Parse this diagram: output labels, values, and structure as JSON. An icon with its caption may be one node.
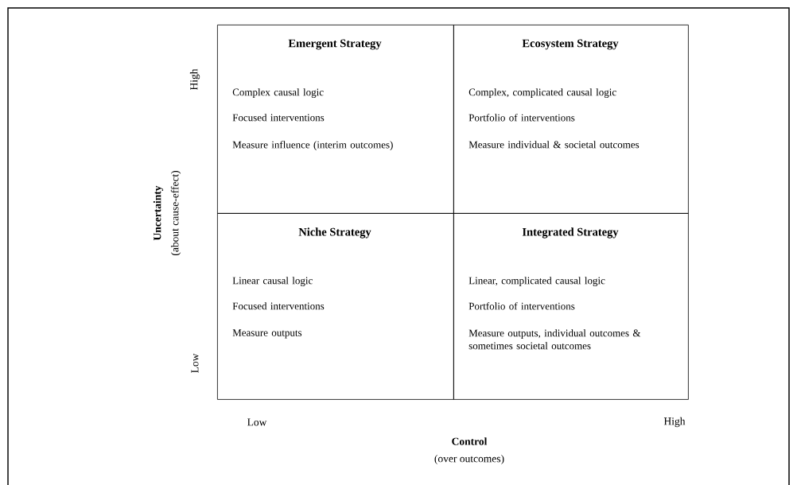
{
  "diagram": {
    "nodes": [
      {
        "text": [
          "Emergent Strategy",
          "Complex causal logic",
          "Focused interventions",
          "Measure influence (interim outcomes)"
        ]
      },
      {
        "text": [
          "Ecosystem Strategy",
          "Complex, complicated causal logic",
          "Portfolio of interventions",
          "Measure individual & societal outcomes"
        ]
      },
      {
        "text": [
          "Niche Strategy",
          "Linear causal logic",
          "Focused interventions",
          "Measure outputs"
        ]
      },
      {
        "text": [
          "Integrated Strategy",
          "Linear, complicated causal logic",
          "Portfolio of interventions",
          "Measure outputs, individual outcomes & sometimes societal outcomes"
        ]
      }
    ],
    "labels": [
      "High",
      "Uncertainty",
      "(about cause-effect)",
      "Low",
      "Low",
      "High",
      "Control",
      "(over outcomes)"
    ]
  }
}
